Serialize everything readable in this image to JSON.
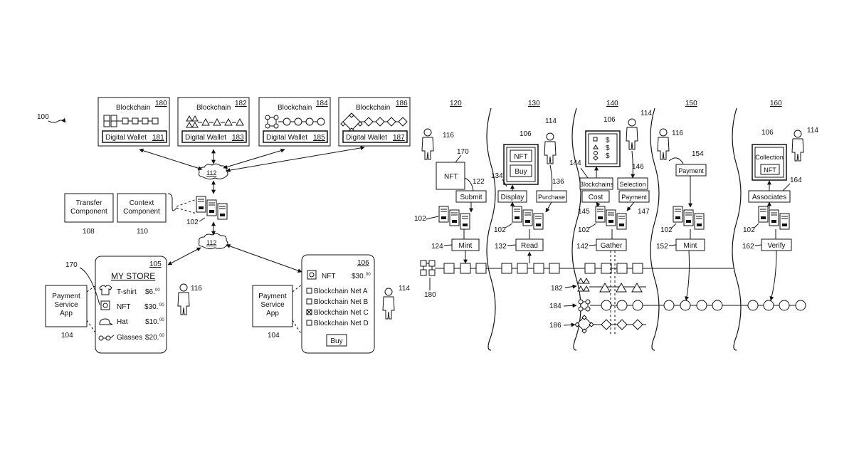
{
  "figure_ref": "100",
  "blockchains": [
    {
      "ref": "180",
      "title": "Blockchain",
      "wallet": "Digital Wallet",
      "wallet_ref": "181"
    },
    {
      "ref": "182",
      "title": "Blockchain",
      "wallet": "Digital Wallet",
      "wallet_ref": "183"
    },
    {
      "ref": "184",
      "title": "Blockchain",
      "wallet": "Digital Wallet",
      "wallet_ref": "185"
    },
    {
      "ref": "186",
      "title": "Blockchain",
      "wallet": "Digital Wallet",
      "wallet_ref": "187"
    }
  ],
  "network_ref": "112",
  "server_ref": "102",
  "transfer_component": {
    "line1": "Transfer",
    "line2": "Component",
    "ref": "108"
  },
  "context_component": {
    "line1": "Context",
    "line2": "Component",
    "ref": "110"
  },
  "store": {
    "ref": "105",
    "title": "MY STORE",
    "items": [
      {
        "name": "T-shirt",
        "price": "$6.",
        "cents": "00"
      },
      {
        "name": "NFT",
        "price": "$30.",
        "cents": "00"
      },
      {
        "name": "Hat",
        "price": "$10.",
        "cents": "00"
      },
      {
        "name": "Glasses",
        "price": "$20.",
        "cents": "00"
      }
    ],
    "nft_ref": "170"
  },
  "payment_app": {
    "line1": "Payment",
    "line2": "Service",
    "line3": "App",
    "ref": "104"
  },
  "user_116": "116",
  "user_114": "114",
  "buy_screen": {
    "ref": "106",
    "item": "NFT",
    "price": "$30.",
    "cents": "00",
    "options": [
      "Blockchain Net A",
      "Blockchain Net B",
      "Blockchain Net C",
      "Blockchain Net D"
    ],
    "buy": "Buy"
  },
  "stages": {
    "s120": {
      "ref": "120",
      "nft": "NFT",
      "nft_ref": "170",
      "action": "Submit",
      "action_ref": "122",
      "step": "Mint",
      "step_ref": "124"
    },
    "s130": {
      "ref": "130",
      "screen_ref": "106",
      "nft": "NFT",
      "buy": "Buy",
      "display": "Display",
      "display_ref": "134",
      "purchase": "Purchase",
      "purchase_ref": "136",
      "step": "Read",
      "step_ref": "132"
    },
    "s140": {
      "ref": "140",
      "screen_ref": "106",
      "dollar": "$",
      "blockchains": "Blockchains",
      "blockchains_ref": "144",
      "selection": "Selection",
      "selection_ref": "146",
      "cost": "Cost",
      "cost_ref": "145",
      "payment": "Payment",
      "payment_ref": "147",
      "step": "Gather",
      "step_ref": "142"
    },
    "s150": {
      "ref": "150",
      "payment": "Payment",
      "payment_ref": "154",
      "step": "Mint",
      "step_ref": "152"
    },
    "s160": {
      "ref": "160",
      "screen_ref": "106",
      "collection": "Collection",
      "nft": "NFT",
      "associates": "Associates",
      "associates_ref": "164",
      "step": "Verify",
      "step_ref": "162"
    }
  },
  "chain_refs": {
    "c180": "180",
    "c182": "182",
    "c184": "184",
    "c186": "186"
  }
}
